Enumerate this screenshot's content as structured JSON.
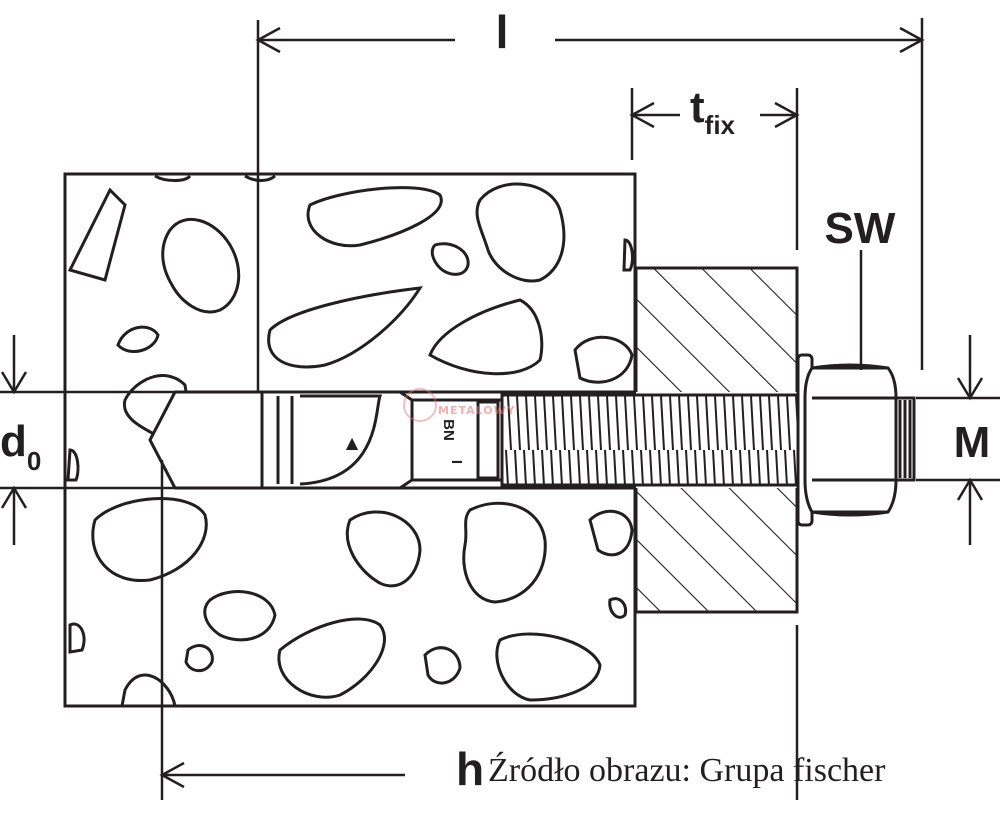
{
  "labels": {
    "l": "l",
    "t_main": "t",
    "t_sub": "fix",
    "sw": "SW",
    "d_main": "d",
    "d_sub": "0",
    "m": "M",
    "h": "h"
  },
  "anchor_marks": {
    "arrow": "▲",
    "brand": "BN",
    "bar": "I"
  },
  "watermark": "METALOWY",
  "credit": "Źródło obrazu: Grupa fischer",
  "colors": {
    "line": "#231f20",
    "background": "#ffffff",
    "watermark": "#e46f6f"
  }
}
